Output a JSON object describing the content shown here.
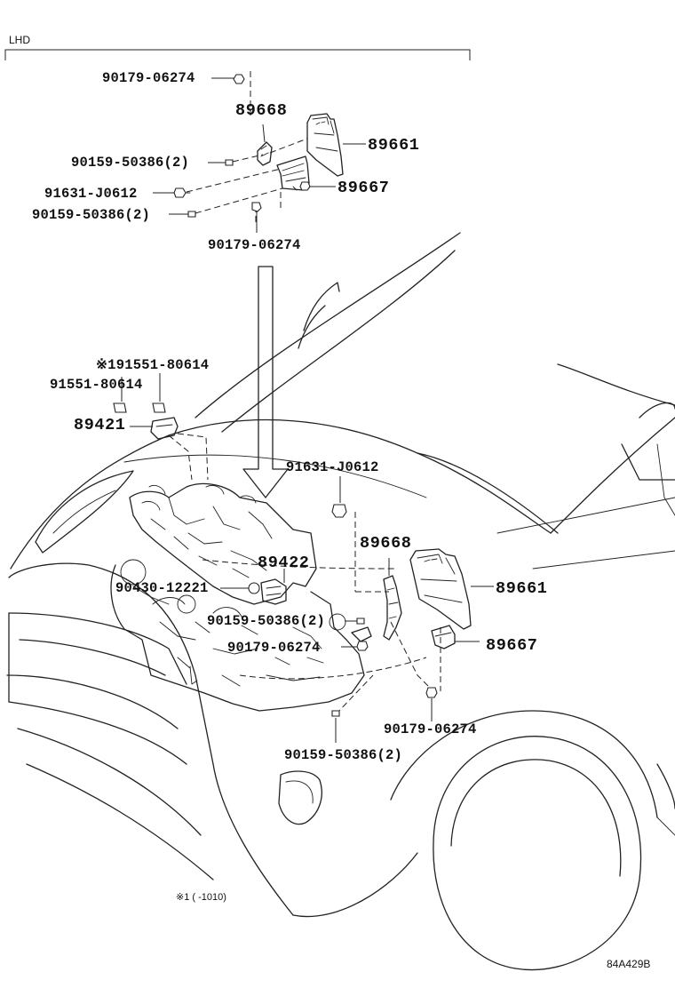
{
  "diagram": {
    "variant": "LHD",
    "drawing_code": "84A429B",
    "footnote": "※1 (        -1010)"
  },
  "inset_callouts": {
    "top_nut": "90179-06274",
    "bracket": "89668",
    "ecu": "89661",
    "screw_upper": "90159-50386(2)",
    "bolt": "91631-J0612",
    "bracket_lower": "89667",
    "screw_lower": "90159-50386(2)",
    "bottom_nut": "90179-06274"
  },
  "main_callouts": {
    "clip_marked": "※191551-80614",
    "clip": "91551-80614",
    "sensor_89421": "89421",
    "bolt": "91631-J0612",
    "bracket": "89668",
    "sensor_89422": "89422",
    "gasket": "90430-12221",
    "ecu": "89661",
    "screw_upper": "90159-50386(2)",
    "nut_left": "90179-06274",
    "bracket_lower": "89667",
    "nut_right": "90179-06274",
    "screw_lower": "90159-50386(2)"
  }
}
